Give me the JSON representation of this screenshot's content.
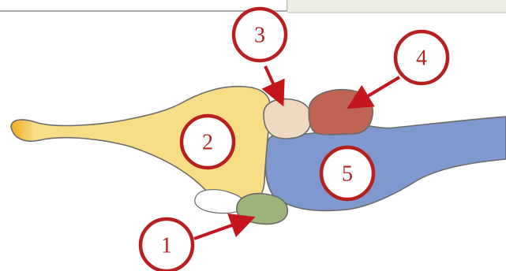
{
  "colors": {
    "marker_ring": "#b81f1f",
    "marker_text": "#b81f1f",
    "arrow": "#c4161c",
    "outline": "#6b6b6b",
    "forebrain": "#f7dd86",
    "olfactory_tip": "#f0a91e",
    "midbrain": "#efd9c0",
    "cerebellum": "#bf6352",
    "hindbrain": "#7f98cd",
    "pituitary": "#9cb37a",
    "top_bar": "#ecece4",
    "top_bar_border": "#9a9a9a"
  },
  "labels": [
    {
      "id": "1",
      "text": "1"
    },
    {
      "id": "2",
      "text": "2"
    },
    {
      "id": "3",
      "text": "3"
    },
    {
      "id": "4",
      "text": "4"
    },
    {
      "id": "5",
      "text": "5"
    }
  ]
}
